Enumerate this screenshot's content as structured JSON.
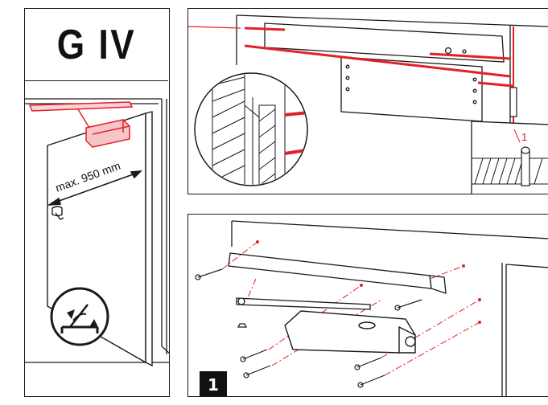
{
  "title": "G IV",
  "dimension_label": "max. 950 mm",
  "callout_number": "1",
  "step_number": "1",
  "colors": {
    "accent": "#e3202a",
    "outline": "#1a1a1a"
  }
}
